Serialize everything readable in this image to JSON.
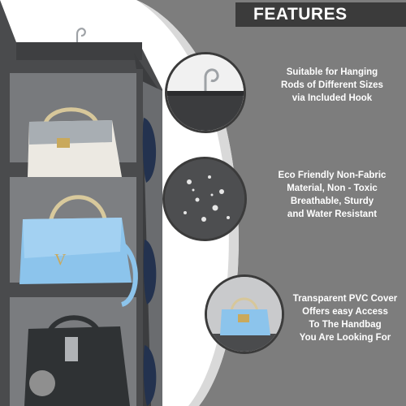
{
  "header": {
    "title": "FEATURES"
  },
  "features": [
    {
      "lines": [
        "Suitable for Hanging",
        "Rods of Different Sizes",
        "via Included Hook"
      ],
      "icon": "hanger-hook-thumbnail"
    },
    {
      "lines": [
        "Eco Friendly Non-Fabric",
        "Material, Non - Toxic",
        "Breathable, Sturdy",
        "and Water Resistant"
      ],
      "icon": "water-drops-thumbnail"
    },
    {
      "lines": [
        "Transparent PVC Cover",
        "Offers easy Access",
        "To The Handbag",
        "You Are Looking For"
      ],
      "icon": "handbag-pocket-thumbnail"
    }
  ],
  "colors": {
    "band": "#7d7d7d",
    "band_dark": "#3b3b3b",
    "organizer": "#4a4b4d",
    "bag_blue": "#8cc4ec",
    "bag_white": "#ece9e2",
    "bag_black": "#2f3234",
    "bag_navy": "#23324f"
  }
}
